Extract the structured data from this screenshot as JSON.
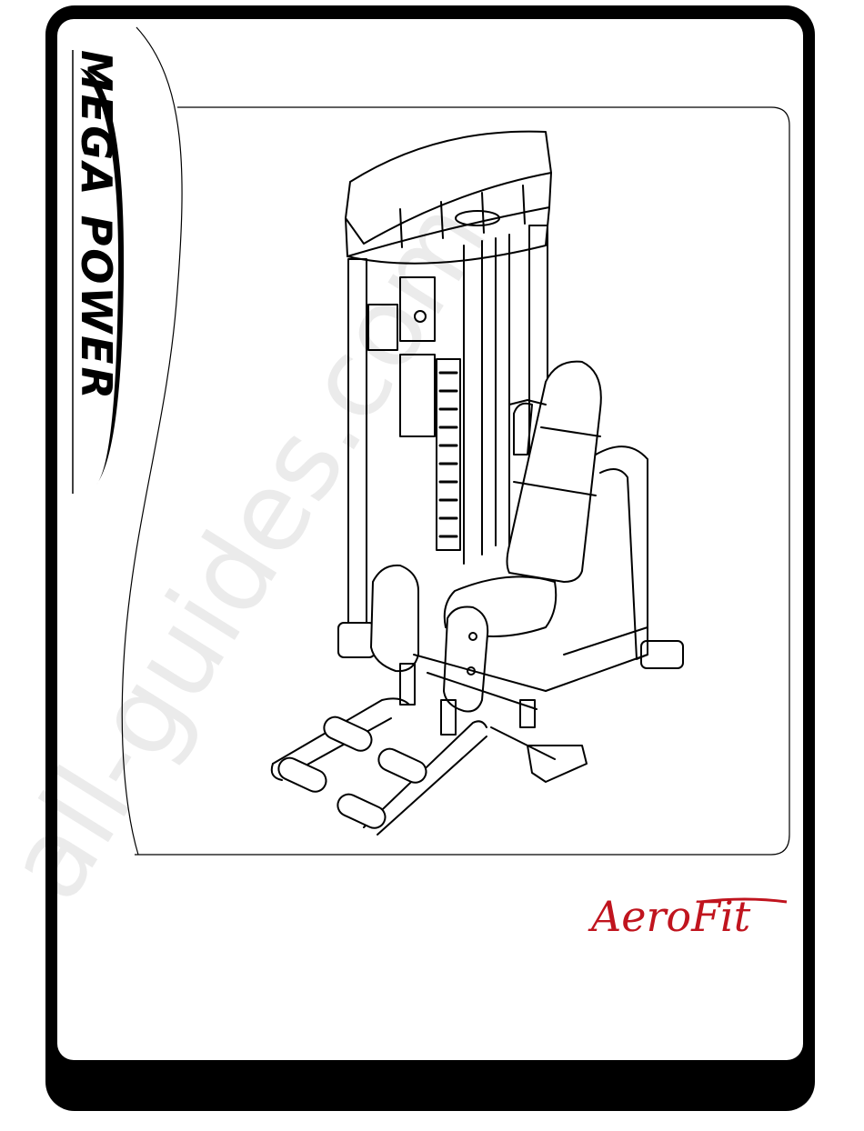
{
  "document": {
    "brand_vertical": "MEGA POWER",
    "watermark": "all-guides.com",
    "logo_text": "AeroFit"
  },
  "colors": {
    "frame": "#000000",
    "paper": "#ffffff",
    "logo_red": "#c0141e"
  },
  "icons": {
    "machine_illustration": "hip-abductor-adductor-machine-line-drawing"
  }
}
